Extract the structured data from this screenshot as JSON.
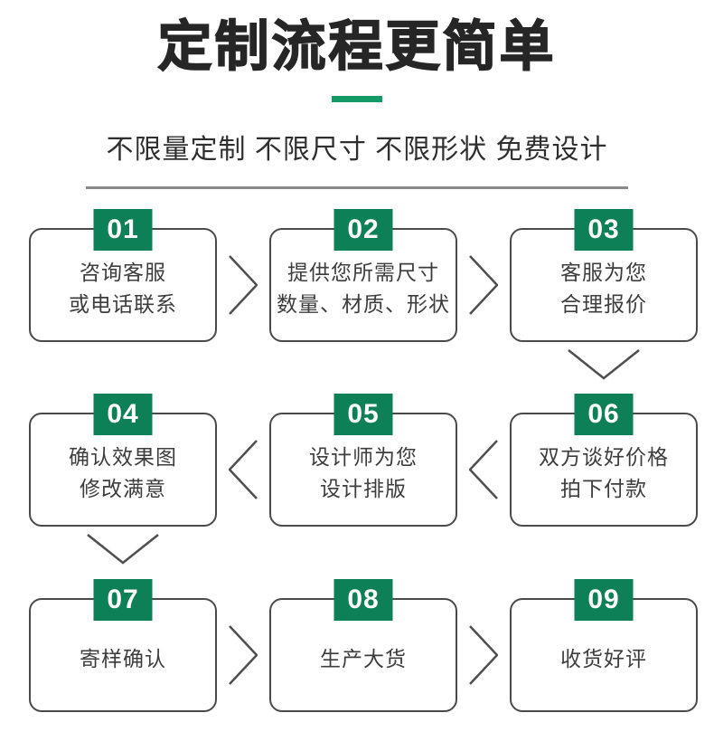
{
  "header": {
    "title": "定制流程更简单",
    "subtitle": "不限量定制 不限尺寸 不限形状 免费设计"
  },
  "colors": {
    "badge_green": "#0e8057",
    "underline_green": "#149a66",
    "box_border_gray": "#4a4a4a",
    "text_dark": "#3d3d3d",
    "arrow_gray": "#4f4f4f",
    "divider_gray": "#8a8a8a",
    "title_black": "#262626"
  },
  "icons": {
    "arrow_right": "chevron-right-icon",
    "arrow_left": "chevron-left-icon",
    "arrow_down": "chevron-down-icon"
  },
  "steps": [
    {
      "number": "01",
      "line1": "咨询客服",
      "line2": "或电话联系"
    },
    {
      "number": "02",
      "line1": "提供您所需尺寸",
      "line2": "数量、材质、形状"
    },
    {
      "number": "03",
      "line1": "客服为您",
      "line2": "合理报价"
    },
    {
      "number": "04",
      "line1": "确认效果图",
      "line2": "修改满意"
    },
    {
      "number": "05",
      "line1": "设计师为您",
      "line2": "设计排版"
    },
    {
      "number": "06",
      "line1": "双方谈好价格",
      "line2": "拍下付款"
    },
    {
      "number": "07",
      "line1": "寄样确认"
    },
    {
      "number": "08",
      "line1": "生产大货"
    },
    {
      "number": "09",
      "line1": "收货好评"
    }
  ]
}
